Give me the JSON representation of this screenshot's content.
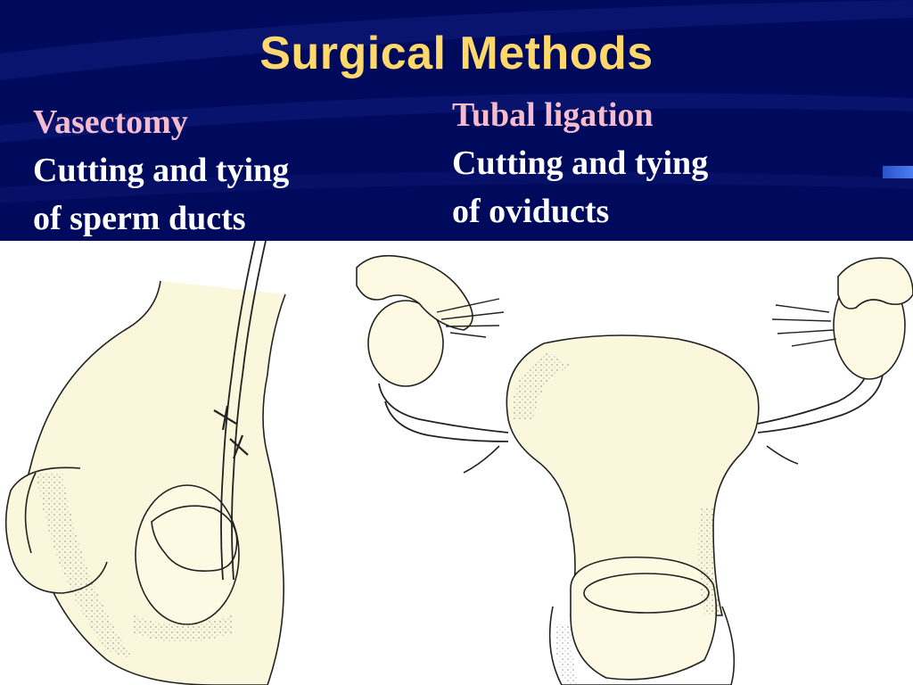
{
  "slide": {
    "title": "Surgical Methods",
    "title_color": "#ffd86b",
    "header_bg": "#000a5c",
    "vasectomy": {
      "heading": "Vasectomy",
      "line1": "Cutting and tying",
      "line2": "of sperm ducts"
    },
    "tubal_ligation": {
      "heading": "Tubal ligation",
      "line1": "Cutting and tying",
      "line2": "of oviducts"
    }
  }
}
